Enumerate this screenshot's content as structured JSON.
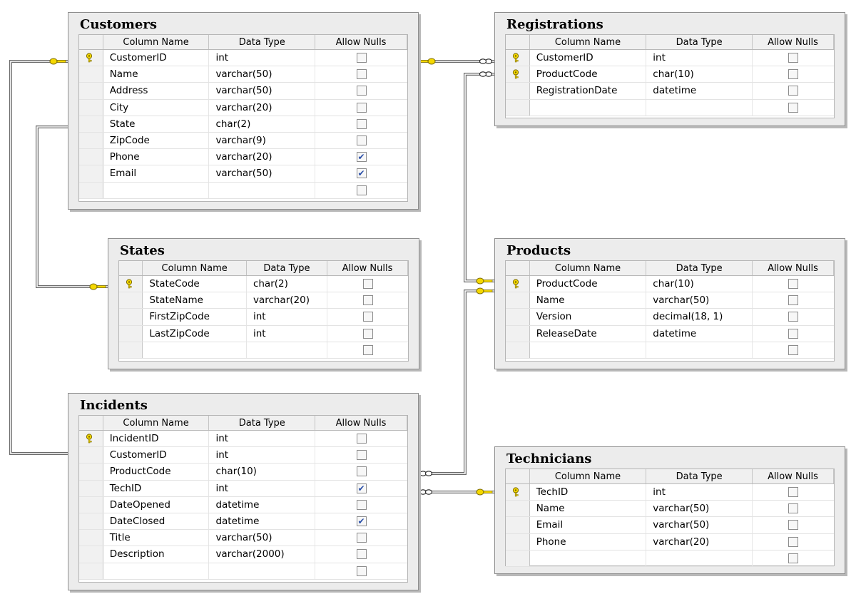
{
  "headers": {
    "column_name": "Column Name",
    "data_type": "Data Type",
    "allow_nulls": "Allow Nulls"
  },
  "colors": {
    "key_yellow": "#f5d800",
    "line": "#6a6a6a",
    "panel": "#ececec",
    "check": "#2a4fa8"
  },
  "tables": [
    {
      "id": "customers",
      "title": "Customers",
      "rows": [
        {
          "name": "CustomerID",
          "type": "int",
          "pk": true,
          "nulls": false
        },
        {
          "name": "Name",
          "type": "varchar(50)",
          "pk": false,
          "nulls": false
        },
        {
          "name": "Address",
          "type": "varchar(50)",
          "pk": false,
          "nulls": false
        },
        {
          "name": "City",
          "type": "varchar(20)",
          "pk": false,
          "nulls": false
        },
        {
          "name": "State",
          "type": "char(2)",
          "pk": false,
          "nulls": false
        },
        {
          "name": "ZipCode",
          "type": "varchar(9)",
          "pk": false,
          "nulls": false
        },
        {
          "name": "Phone",
          "type": "varchar(20)",
          "pk": false,
          "nulls": true
        },
        {
          "name": "Email",
          "type": "varchar(50)",
          "pk": false,
          "nulls": true
        }
      ]
    },
    {
      "id": "registrations",
      "title": "Registrations",
      "rows": [
        {
          "name": "CustomerID",
          "type": "int",
          "pk": true,
          "nulls": false
        },
        {
          "name": "ProductCode",
          "type": "char(10)",
          "pk": true,
          "nulls": false
        },
        {
          "name": "RegistrationDate",
          "type": "datetime",
          "pk": false,
          "nulls": false
        }
      ]
    },
    {
      "id": "states",
      "title": "States",
      "rows": [
        {
          "name": "StateCode",
          "type": "char(2)",
          "pk": true,
          "nulls": false
        },
        {
          "name": "StateName",
          "type": "varchar(20)",
          "pk": false,
          "nulls": false
        },
        {
          "name": "FirstZipCode",
          "type": "int",
          "pk": false,
          "nulls": false
        },
        {
          "name": "LastZipCode",
          "type": "int",
          "pk": false,
          "nulls": false
        }
      ]
    },
    {
      "id": "products",
      "title": "Products",
      "rows": [
        {
          "name": "ProductCode",
          "type": "char(10)",
          "pk": true,
          "nulls": false
        },
        {
          "name": "Name",
          "type": "varchar(50)",
          "pk": false,
          "nulls": false
        },
        {
          "name": "Version",
          "type": "decimal(18, 1)",
          "pk": false,
          "nulls": false
        },
        {
          "name": "ReleaseDate",
          "type": "datetime",
          "pk": false,
          "nulls": false
        }
      ]
    },
    {
      "id": "incidents",
      "title": "Incidents",
      "rows": [
        {
          "name": "IncidentID",
          "type": "int",
          "pk": true,
          "nulls": false
        },
        {
          "name": "CustomerID",
          "type": "int",
          "pk": false,
          "nulls": false
        },
        {
          "name": "ProductCode",
          "type": "char(10)",
          "pk": false,
          "nulls": false
        },
        {
          "name": "TechID",
          "type": "int",
          "pk": false,
          "nulls": true
        },
        {
          "name": "DateOpened",
          "type": "datetime",
          "pk": false,
          "nulls": false
        },
        {
          "name": "DateClosed",
          "type": "datetime",
          "pk": false,
          "nulls": true
        },
        {
          "name": "Title",
          "type": "varchar(50)",
          "pk": false,
          "nulls": false
        },
        {
          "name": "Description",
          "type": "varchar(2000)",
          "pk": false,
          "nulls": false
        }
      ]
    },
    {
      "id": "technicians",
      "title": "Technicians",
      "rows": [
        {
          "name": "TechID",
          "type": "int",
          "pk": true,
          "nulls": false
        },
        {
          "name": "Name",
          "type": "varchar(50)",
          "pk": false,
          "nulls": false
        },
        {
          "name": "Email",
          "type": "varchar(50)",
          "pk": false,
          "nulls": false
        },
        {
          "name": "Phone",
          "type": "varchar(20)",
          "pk": false,
          "nulls": false
        }
      ]
    }
  ],
  "relationships": [
    {
      "id": "states-customers",
      "one": "states",
      "many": "customers"
    },
    {
      "id": "customers-registrations",
      "one": "customers",
      "many": "registrations"
    },
    {
      "id": "customers-incidents",
      "one": "customers",
      "many": "incidents"
    },
    {
      "id": "products-registrations",
      "one": "products",
      "many": "registrations"
    },
    {
      "id": "products-incidents",
      "one": "products",
      "many": "incidents"
    },
    {
      "id": "technicians-incidents",
      "one": "technicians",
      "many": "incidents"
    }
  ]
}
